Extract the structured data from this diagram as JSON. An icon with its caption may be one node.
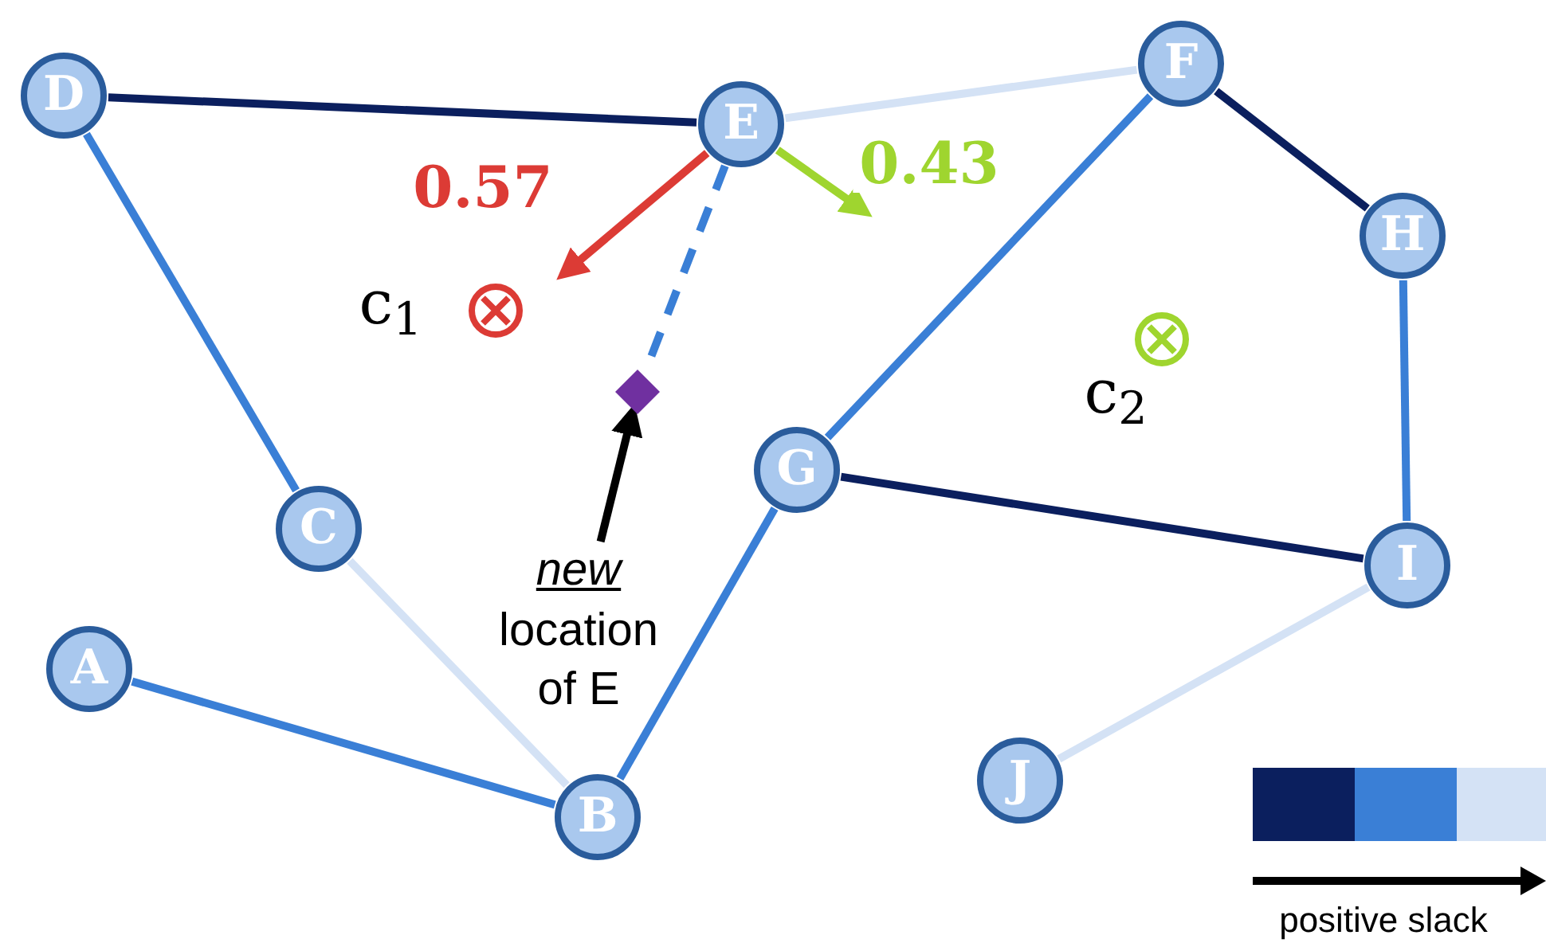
{
  "diagram": {
    "nodes": [
      {
        "text": [
          "D"
        ]
      },
      {
        "text": [
          "E"
        ]
      },
      {
        "text": [
          "F"
        ]
      },
      {
        "text": [
          "H"
        ]
      },
      {
        "text": [],
        "shape": "diamond"
      },
      {
        "text": [
          "G"
        ]
      },
      {
        "text": [
          "C"
        ]
      },
      {
        "text": [
          "I"
        ]
      },
      {
        "text": [
          "*new* location of E"
        ]
      },
      {
        "text": [
          "A"
        ]
      },
      {
        "text": [
          "J"
        ]
      },
      {
        "text": [
          "B"
        ]
      }
    ],
    "edges": [
      {
        "from": 0,
        "to": 1,
        "arrow": "none",
        "color": "#0b1f5e"
      },
      {
        "from": 1,
        "to": 2,
        "arrow": "none",
        "color": "#d4e2f5"
      },
      {
        "from": 2,
        "to": 3,
        "arrow": "none",
        "color": "#0b1f5e"
      },
      {
        "from": 3,
        "to": 7,
        "arrow": "none"
      },
      {
        "from": 2,
        "to": 5,
        "arrow": "none"
      },
      {
        "from": 5,
        "to": 7,
        "arrow": "none",
        "color": "#0b1f5e"
      },
      {
        "from": 0,
        "to": 6,
        "arrow": "none"
      },
      {
        "from": 6,
        "to": 11,
        "arrow": "none",
        "color": "#d4e2f5"
      },
      {
        "from": 5,
        "to": 11,
        "arrow": "none"
      },
      {
        "from": 9,
        "to": 11,
        "arrow": "none"
      },
      {
        "from": 7,
        "to": 10,
        "arrow": "none",
        "color": "#d4e2f5"
      },
      {
        "from": 1,
        "to": 4,
        "arrow": "none",
        "style": "dashed"
      },
      {
        "from": 1,
        "to": null,
        "arrow": "to",
        "label": "0.57",
        "color": "#dc3b35"
      },
      {
        "from": 1,
        "to": null,
        "arrow": "to",
        "label": "0.43",
        "color": "#9fd52f"
      },
      {
        "from": 8,
        "to": 4,
        "arrow": "to",
        "color": "#000000"
      }
    ],
    "labels": [
      "c$_{1}$",
      "c$_{2}$",
      "positive slack"
    ]
  }
}
